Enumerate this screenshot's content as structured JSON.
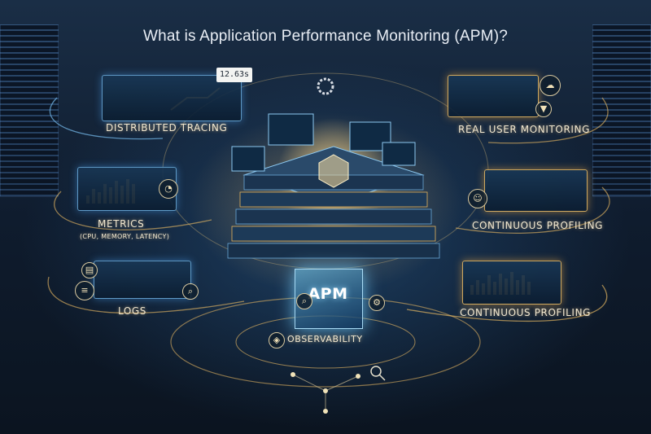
{
  "title": "What is Application Performance Monitoring (APM)?",
  "center": {
    "label": "APM",
    "caption": "Observability"
  },
  "nodes": {
    "distributed_tracing": {
      "label": "Distributed Tracing",
      "badge": "12.63s"
    },
    "real_user_monitoring": {
      "label": "Real User Monitoring"
    },
    "metrics": {
      "label": "Metrics",
      "sublabel": "(CPU, Memory, Latency)"
    },
    "continuous_profiling_top": {
      "label": "Continuous Profiling"
    },
    "logs": {
      "label": "Logs"
    },
    "continuous_profiling_bottom": {
      "label": "Continuous Profiling"
    }
  },
  "icons": {
    "gear": "gear-icon",
    "magnifier": "magnifier-icon",
    "cloud": "cloud-icon",
    "funnel": "funnel-icon",
    "users": "users-icon",
    "database": "database-icon",
    "document": "document-icon",
    "cube": "cube-icon"
  },
  "colors": {
    "accent_gold": "#f0be64",
    "accent_blue": "#78bef0",
    "background": "#0a1422",
    "label_text": "#f1e7cf"
  }
}
